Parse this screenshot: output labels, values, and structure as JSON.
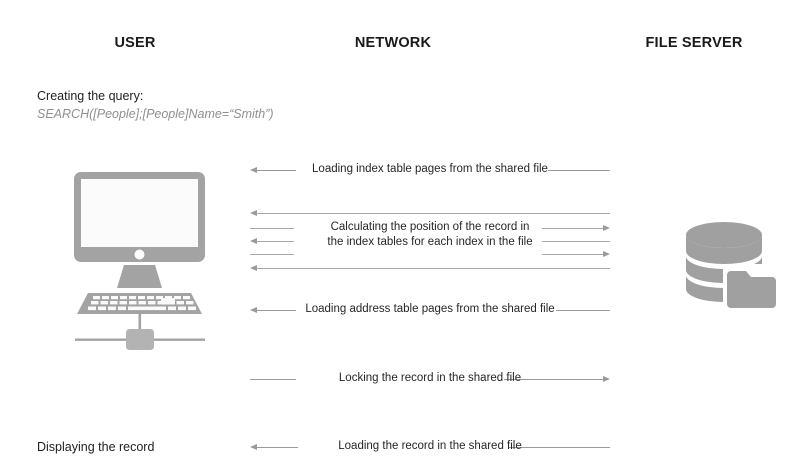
{
  "diagram": {
    "title_columns": [
      {
        "id": "user",
        "label": "USER"
      },
      {
        "id": "network",
        "label": "NETWORK"
      },
      {
        "id": "server",
        "label": "FILE SERVER"
      }
    ],
    "notes": {
      "creating_label": "Creating the query:",
      "query_text": "SEARCH([People];[People]Name=“Smith”)",
      "displaying_label": "Displaying the record"
    },
    "messages": [
      {
        "id": "load-index-table-pages",
        "label": "Loading index table pages from the shared file",
        "label_line_2": "",
        "direction": "left"
      },
      {
        "id": "calc-position-group",
        "label": "Calculating the position of the record in",
        "label_line_2": "the index tables for each index in the file",
        "direction": "alternating"
      },
      {
        "id": "load-address-table-pages",
        "label": "Loading address table pages from the shared file",
        "label_line_2": "",
        "direction": "left"
      },
      {
        "id": "lock-record",
        "label": "Locking the record in the shared file",
        "label_line_2": "",
        "direction": "right"
      },
      {
        "id": "load-record",
        "label": "Loading the record in the shared file",
        "label_line_2": "",
        "direction": "left"
      }
    ],
    "icons": {
      "computer": "desktop-computer-icon",
      "server": "database-file-server-icon"
    },
    "colors": {
      "line": "#9a9a9a",
      "icon_gray": "#a0a0a0",
      "icon_gray_dark": "#949494",
      "text": "#222222",
      "query_text": "#8f8f8f",
      "background": "#ffffff"
    }
  }
}
